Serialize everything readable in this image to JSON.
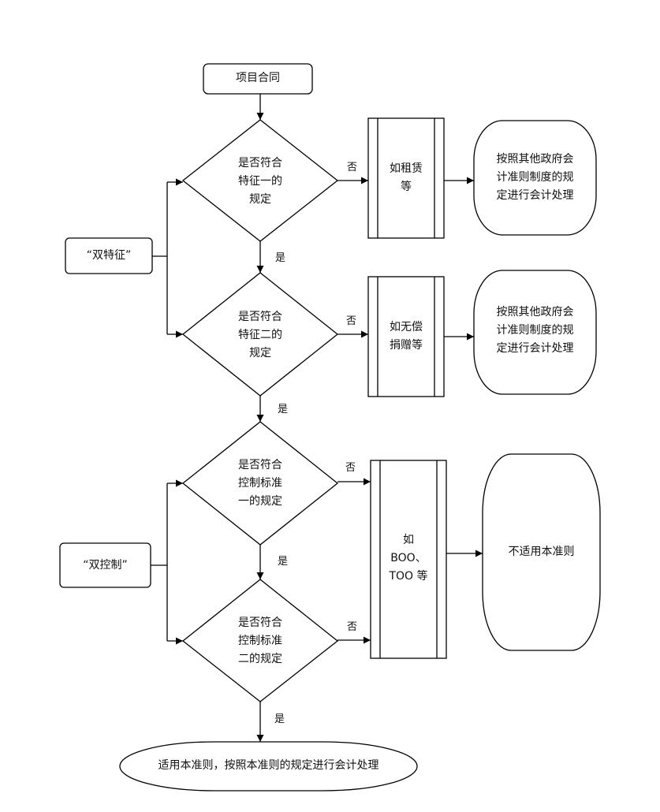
{
  "nodes": {
    "start": "项目合同",
    "dual_feature": "“双特征”",
    "q_feature1": [
      "是否符合",
      "特征一的",
      "规定"
    ],
    "q_feature2": [
      "是否符合",
      "特征二的",
      "规定"
    ],
    "dual_control": "“双控制”",
    "q_control1": [
      "是否符合",
      "控制标准",
      "一的规定"
    ],
    "q_control2": [
      "是否符合",
      "控制标准",
      "二的规定"
    ],
    "example_lease": [
      "如租赁",
      "等"
    ],
    "example_donation": [
      "如无偿",
      "捐赠等"
    ],
    "example_boo": [
      "如",
      "BOO、",
      "TOO 等"
    ],
    "other_standards_1": [
      "按照其他政府会",
      "计准则制度的规",
      "定进行会计处理"
    ],
    "other_standards_2": [
      "按照其他政府会",
      "计准则制度的规",
      "定进行会计处理"
    ],
    "not_applicable": "不适用本准则",
    "end": "适用本准则，按照本准则的规定进行会计处理"
  },
  "edge_labels": {
    "no": "否",
    "yes": "是"
  }
}
